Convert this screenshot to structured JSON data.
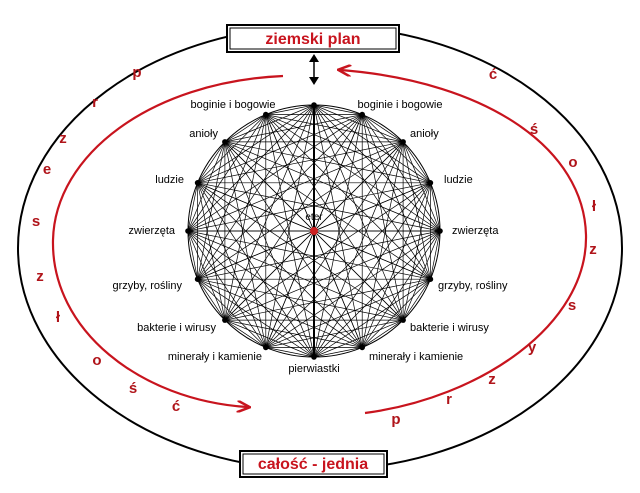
{
  "top_box": {
    "label": "ziemski plan"
  },
  "bottom_box": {
    "label": "całość - jednia"
  },
  "center_label": "eter",
  "left_side": {
    "nodes": [
      "boginie i bogowie",
      "anioły",
      "ludzie",
      "zwierzęta",
      "grzyby, rośliny",
      "bakterie i wirusy",
      "minerały i kamienie"
    ]
  },
  "right_side": {
    "nodes": [
      "boginie i bogowie",
      "anioły",
      "ludzie",
      "zwierzęta",
      "grzyby, rośliny",
      "bakterie i wirusy",
      "minerały i kamienie"
    ]
  },
  "bottom_node": "pierwiastki",
  "left_arc_letters": [
    "p",
    "r",
    "z",
    "e",
    "s",
    "z",
    "ł",
    "o",
    "ś",
    "ć"
  ],
  "right_arc_letters": [
    "p",
    "r",
    "z",
    "y",
    "s",
    "z",
    "ł",
    "o",
    "ś",
    "ć"
  ],
  "colors": {
    "accent": "#c8141e",
    "lines": "#000000",
    "center_dot": "#cc2020"
  }
}
